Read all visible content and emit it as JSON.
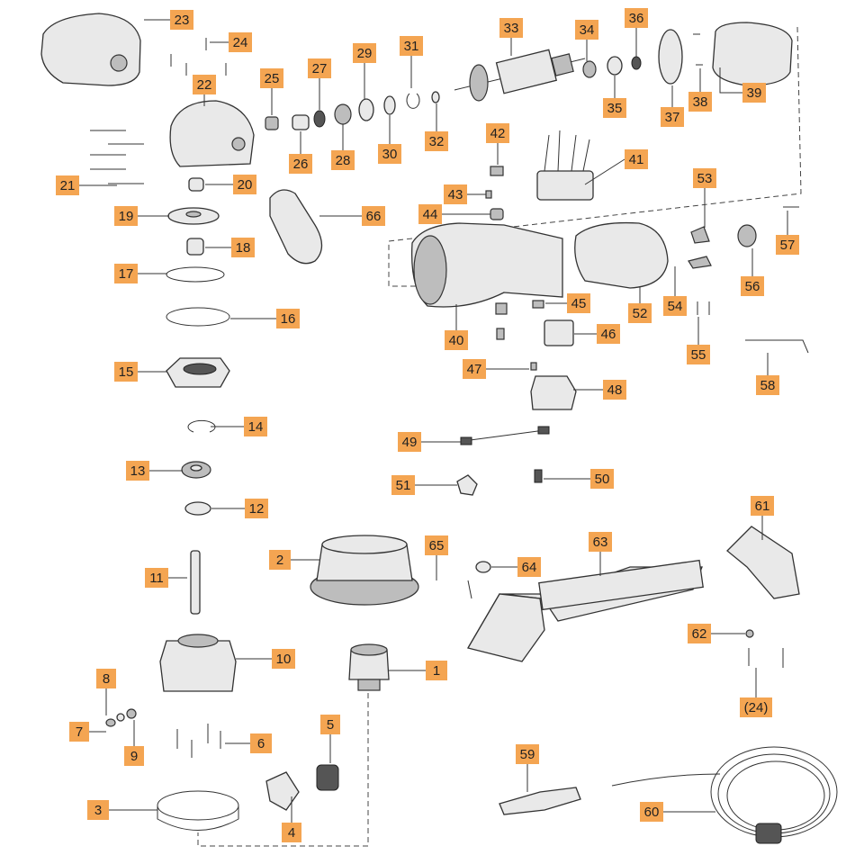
{
  "colors": {
    "callout": "#f4a552",
    "outline": "#333333"
  },
  "callouts": {
    "c1": "1",
    "c2": "2",
    "c3": "3",
    "c4": "4",
    "c5": "5",
    "c6": "6",
    "c7": "7",
    "c8": "8",
    "c9": "9",
    "c10": "10",
    "c11": "11",
    "c12": "12",
    "c13": "13",
    "c14": "14",
    "c15": "15",
    "c16": "16",
    "c17": "17",
    "c18": "18",
    "c19": "19",
    "c20": "20",
    "c21": "21",
    "c22": "22",
    "c23": "23",
    "c24": "24",
    "c25": "25",
    "c26": "26",
    "c27": "27",
    "c28": "28",
    "c29": "29",
    "c30": "30",
    "c31": "31",
    "c32": "32",
    "c33": "33",
    "c34": "34",
    "c35": "35",
    "c36": "36",
    "c37": "37",
    "c38": "38",
    "c39": "39",
    "c40": "40",
    "c41": "41",
    "c42": "42",
    "c43": "43",
    "c44": "44",
    "c45": "45",
    "c46": "46",
    "c47": "47",
    "c48": "48",
    "c49": "49",
    "c50": "50",
    "c51": "51",
    "c52": "52",
    "c53": "53",
    "c54": "54",
    "c55": "55",
    "c56": "56",
    "c57": "57",
    "c58": "58",
    "c59": "59",
    "c60": "60",
    "c61": "61",
    "c62": "62",
    "c63": "63",
    "c64": "64",
    "c65": "65",
    "c66": "66",
    "c24b": "(24)"
  }
}
